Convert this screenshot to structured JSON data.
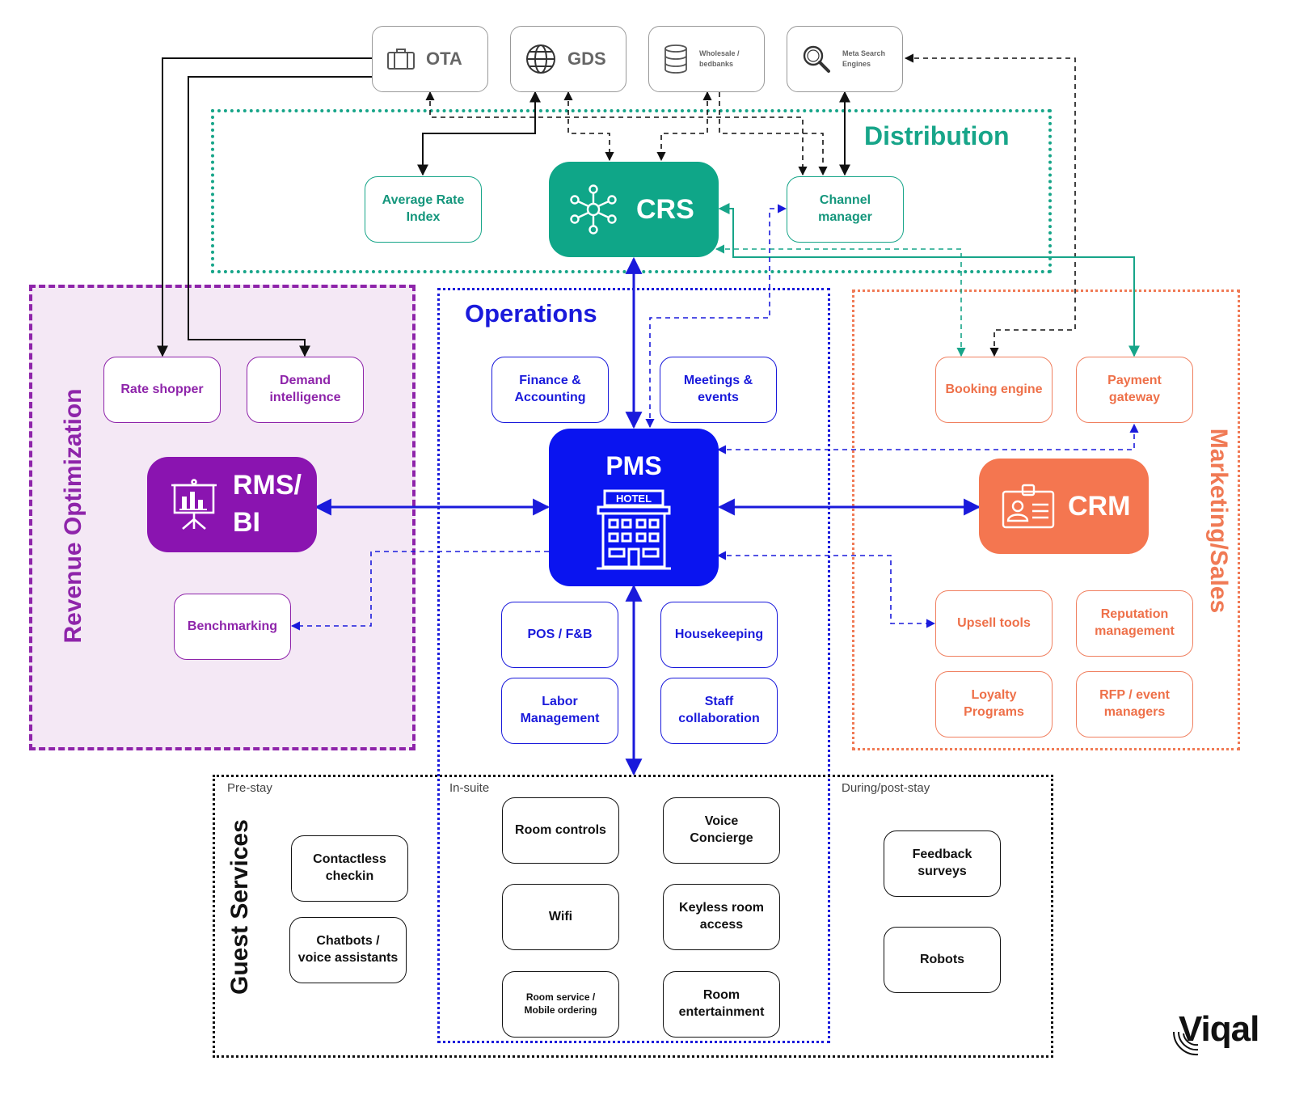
{
  "external_sources": {
    "ota": "OTA",
    "gds": "GDS",
    "wholesale": "Wholesale /\nbedbanks",
    "meta_search": "Meta Search\nEngines"
  },
  "zones": {
    "distribution": "Distribution",
    "operations": "Operations",
    "revenue": "Revenue Optimization",
    "marketing": "Marketing/Sales",
    "guest": "Guest Services"
  },
  "hubs": {
    "crs": "CRS",
    "pms": "PMS",
    "pms_sign": "HOTEL",
    "rms": "RMS/\nBI",
    "crm": "CRM"
  },
  "distribution_boxes": {
    "average_rate_index": "Average Rate\nIndex",
    "channel_manager": "Channel\nmanager"
  },
  "revenue_boxes": {
    "rate_shopper": "Rate shopper",
    "demand_intelligence": "Demand\nintelligence",
    "benchmarking": "Benchmarking"
  },
  "operations_boxes": {
    "finance": "Finance &\nAccounting",
    "meetings": "Meetings &\nevents",
    "pos": "POS / F&B",
    "housekeeping": "Housekeeping",
    "labor": "Labor\nManagement",
    "staff": "Staff\ncollaboration"
  },
  "marketing_boxes": {
    "booking_engine": "Booking engine",
    "payment_gateway": "Payment\ngateway",
    "upsell": "Upsell tools",
    "reputation": "Reputation\nmanagement",
    "loyalty": "Loyalty\nPrograms",
    "rfp": "RFP / event\nmanagers"
  },
  "guest_sections": {
    "pre_stay": "Pre-stay",
    "in_suite": "In-suite",
    "during_post": "During/post-stay"
  },
  "guest_boxes": {
    "contactless": "Contactless\ncheckin",
    "chatbots": "Chatbots /\nvoice assistants",
    "room_controls": "Room controls",
    "voice_concierge": "Voice\nConcierge",
    "wifi": "Wifi",
    "keyless": "Keyless room\naccess",
    "room_service": "Room service /\nMobile ordering",
    "entertainment": "Room\nentertainment",
    "feedback": "Feedback\nsurveys",
    "robots": "Robots"
  },
  "logo": "Viqal",
  "colors": {
    "distribution": "#17a589",
    "operations": "#1a1adb",
    "revenue": "#8e24aa",
    "marketing": "#f07a55",
    "guest": "#111111",
    "crs_fill": "#0fa688",
    "pms_fill": "#0a14f0",
    "rms_fill": "#8a14b0",
    "crm_fill": "#f47650"
  }
}
